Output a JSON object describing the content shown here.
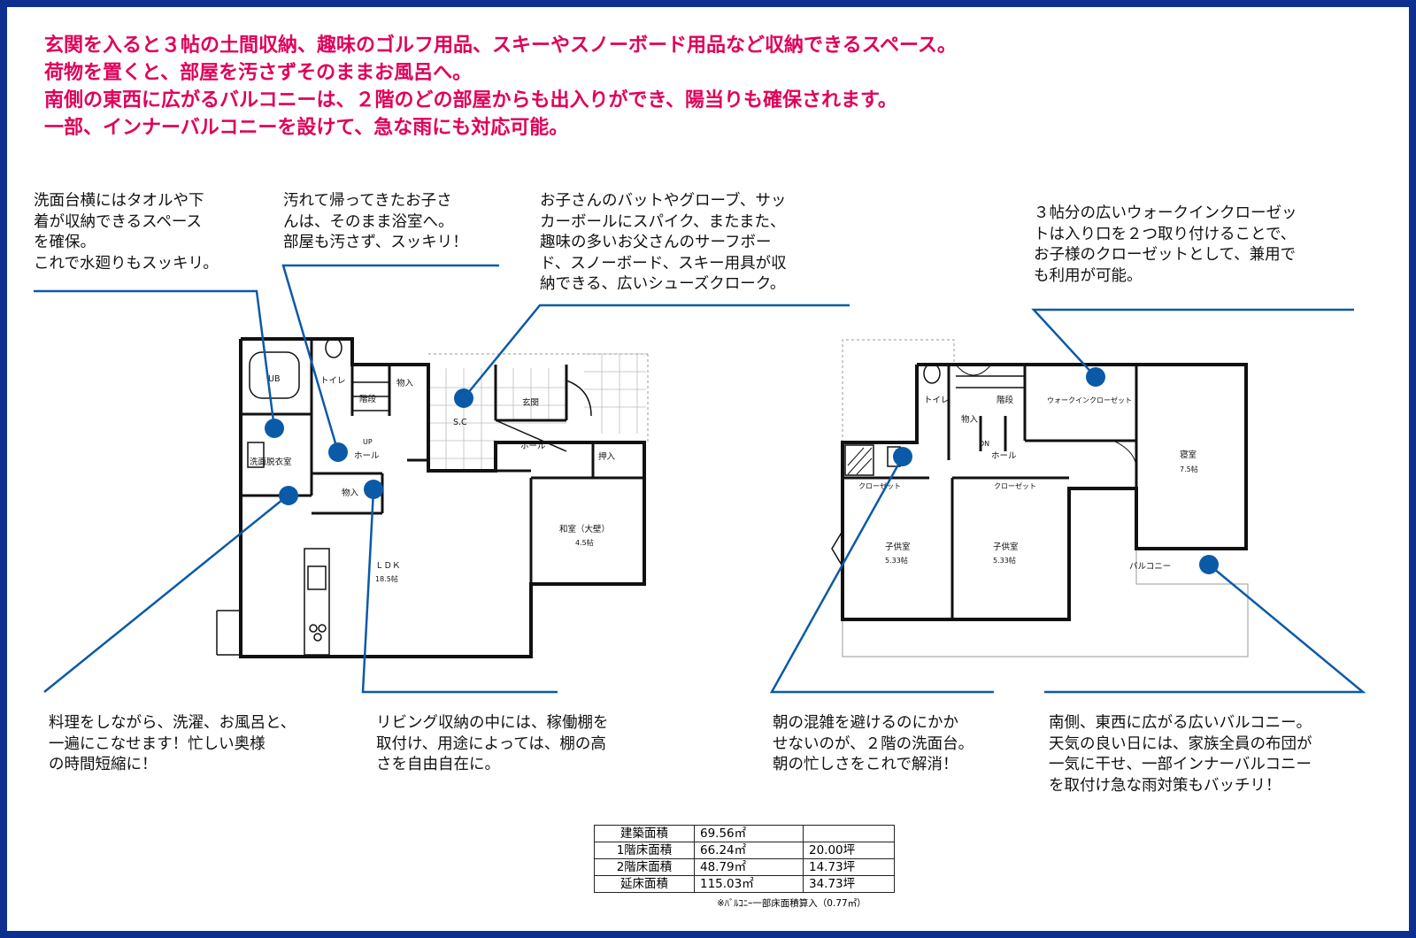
{
  "headline": [
    "玄関を入ると３帖の土間収納、趣味のゴルフ用品、スキーやスノーボード用品など収納できるスペース。",
    "荷物を置くと、部屋を汚さずそのままお風呂へ。",
    "南側の東西に広がるバルコニーは、２階のどの部屋からも出入りができ、陽当りも確保されます。",
    "一部、インナーバルコニーを設けて、急な雨にも対応可能。"
  ],
  "notes": {
    "washroom": [
      "洗面台横にはタオルや下",
      "着が収納できるスペース",
      "を確保。",
      "これで水廻りもスッキリ。"
    ],
    "bath": [
      "汚れて帰ってきたお子さ",
      "んは、そのまま浴室へ。",
      "部屋も汚さず、スッキリ！"
    ],
    "shoes": [
      "お子さんのバットやグローブ、サッ",
      "カーボールにスパイク、またまた、",
      "趣味の多いお父さんのサーフボー",
      "ド、スノーボード、スキー用具が収",
      "納できる、広いシューズクローク。"
    ],
    "wic": [
      "３帖分の広いウォークインクローゼッ",
      "トは入り口を２つ取り付けることで、",
      "お子様のクローゼットとして、兼用で",
      "も利用が可能。"
    ],
    "kitchen": [
      "料理をしながら、洗濯、お風呂と、",
      "一遍にこなせます！忙しい奥様",
      "の時間短縮に！"
    ],
    "living": [
      "リビング収納の中には、稼働棚を",
      "取付け、用途によっては、棚の高",
      "さを自由自在に。"
    ],
    "upstairs_wash": [
      "朝の混雑を避けるのにかか",
      "せないのが、２階の洗面台。",
      "朝の忙しさをこれで解消！"
    ],
    "balcony": [
      "南側、東西に広がる広いバルコニー。",
      "天気の良い日には、家族全員の布団が",
      "一気に干せ、一部インナーバルコニー",
      "を取付け急な雨対策もバッチリ！"
    ]
  },
  "rooms1": {
    "ub": "UB",
    "toilet": "トイレ",
    "stairs": "階段",
    "storage_top": "物入",
    "sc": "S.C",
    "entrance": "玄関",
    "up": "UP",
    "hall_left": "ホール",
    "hall_right": "ホール",
    "oshiire": "押入",
    "washroom": "洗面脱衣室",
    "storage_mid": "物入",
    "washitsu_1": "和室（大壁）",
    "washitsu_2": "4.5帖",
    "ldk_1": "ＬＤＫ",
    "ldk_2": "18.5帖"
  },
  "rooms2": {
    "toilet": "トイレ",
    "stairs": "階段",
    "storage": "物入",
    "dn": "DN",
    "hall": "ホール",
    "wic": "ウォークインクローゼット",
    "closet_l": "クローゼット",
    "closet_r": "クローゼット",
    "bed_1": "寝室",
    "bed_2": "7.5帖",
    "kid1_1": "子供室",
    "kid1_2": "5.33帖",
    "kid2_1": "子供室",
    "kid2_2": "5.33帖",
    "balcony": "バルコニー"
  },
  "area_table": {
    "rows": [
      {
        "label": "建築面積",
        "v1": "69.56㎡",
        "v2": ""
      },
      {
        "label": "1階床面積",
        "v1": "66.24㎡",
        "v2": "20.00坪"
      },
      {
        "label": "2階床面積",
        "v1": "48.79㎡",
        "v2": "14.73坪"
      },
      {
        "label": "延床面積",
        "v1": "115.03㎡",
        "v2": "34.73坪"
      }
    ],
    "footnote": "※ﾊﾞﾙｺﾆｰ一部床面積算入（0.77㎡）"
  },
  "colors": {
    "frame": "#0d2f8f",
    "headline": "#e0005a",
    "leader": "#0b5aa8",
    "dot": "#0b5aa8"
  }
}
